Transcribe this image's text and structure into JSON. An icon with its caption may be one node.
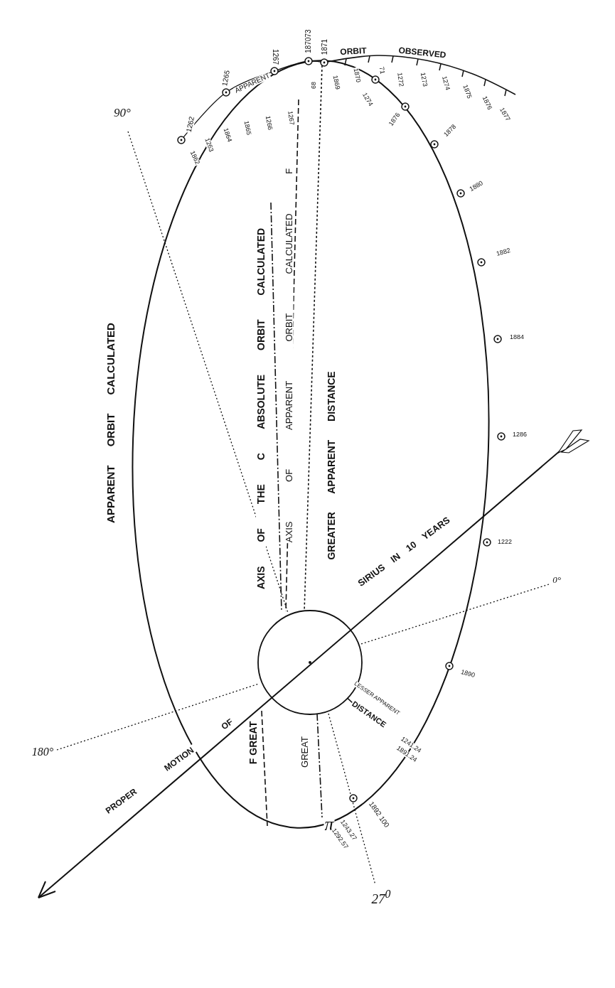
{
  "diagram": {
    "labels": [
      "90°",
      "1262",
      "1265",
      "1267",
      "187073",
      "1871",
      "ORBIT",
      "OBSERVED",
      "APPARENT",
      "1862",
      "1263",
      "1864",
      "1865",
      "1266",
      "1267",
      "68",
      "1869",
      "1870",
      "71",
      "1272",
      "1273",
      "1274",
      "1875",
      "1876",
      "1877",
      "1274",
      "1876",
      "1878",
      "1880",
      "1882",
      "1884",
      "1286",
      "1222",
      "1890",
      "0°",
      "APPARENT ORBIT CALCULATED",
      "AXIS OF THE C ABSOLUTE ORBIT CALCULATED",
      "AXIS OF APPARENT ORBIT CALCULATED F",
      "GREATER APPARENT DISTANCE",
      "SIRIUS IN 10 YEARS",
      "LESSER APPARENT",
      "DISTANCE",
      "1241.24",
      "1891.24",
      "180°",
      "PROPER MOTION OF",
      "F GREAT",
      "GREAT",
      "π",
      "1243.27",
      "1292.57",
      "1892 100",
      "27$^{0}$"
    ]
  }
}
